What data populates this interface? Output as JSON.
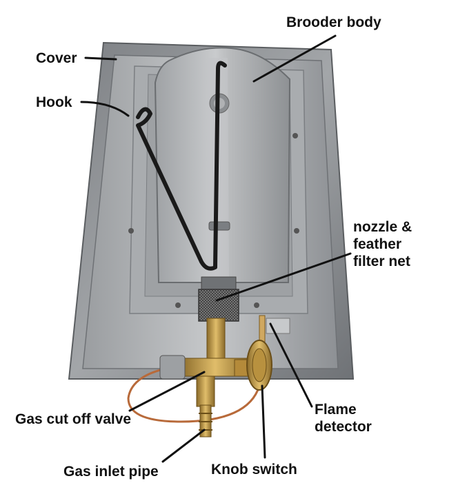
{
  "labels": {
    "brooder_body": "Brooder body",
    "cover": "Cover",
    "hook": "Hook",
    "nozzle_filter": "nozzle & feather filter net",
    "gas_cut_off_valve": "Gas cut off valve",
    "flame_detector": "Flame detector",
    "gas_inlet_pipe": "Gas inlet pipe",
    "knob_switch": "Knob switch"
  },
  "colors": {
    "cover_metal": "#8f9296",
    "body_metal": "#b4b6b8",
    "brass": "#c49a4a",
    "copper_wire": "#b86a3a",
    "hook_black": "#1a1a1a"
  }
}
